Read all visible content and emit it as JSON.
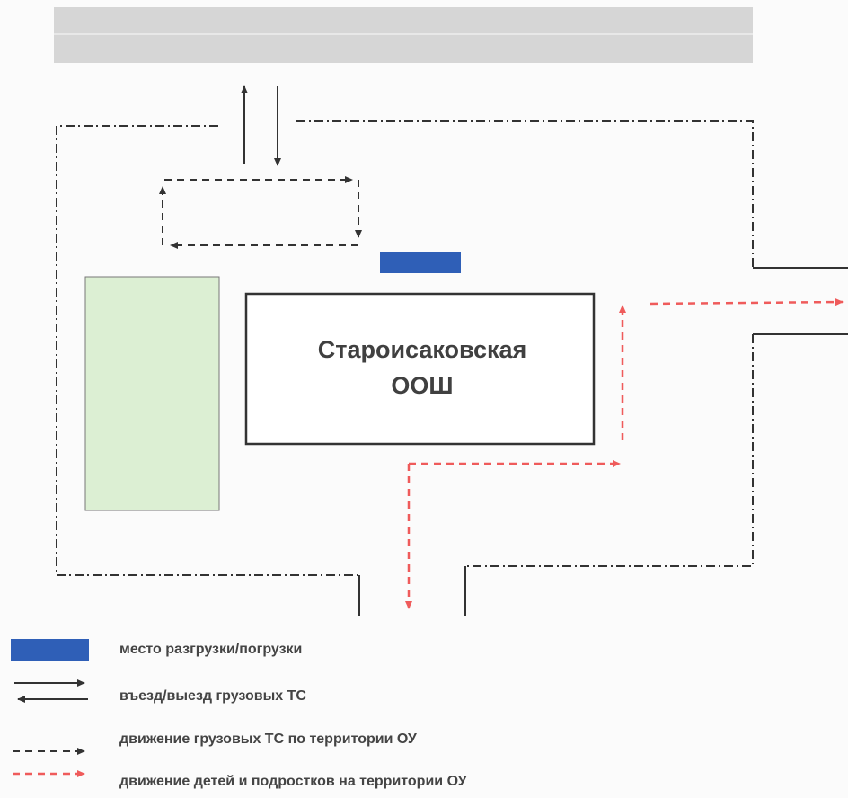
{
  "diagram": {
    "school_name_line1": "Староисаковская",
    "school_name_line2": "ООШ"
  },
  "legend": [
    {
      "key": "loading",
      "label": "место разгрузки/погрузки",
      "color": "#2f5fb7"
    },
    {
      "key": "entry",
      "label": "въезд/выезд грузовых ТС",
      "color": "#333333"
    },
    {
      "key": "truck-route",
      "label": "движение грузовых ТС по территории ОУ",
      "color": "#333333"
    },
    {
      "key": "children-route",
      "label": "движение детей и подростков на территории ОУ",
      "color": "#ef5b5b"
    }
  ],
  "colors": {
    "road": "#d6d6d6",
    "green_zone": "#dcefd3",
    "boundary": "#333333"
  }
}
